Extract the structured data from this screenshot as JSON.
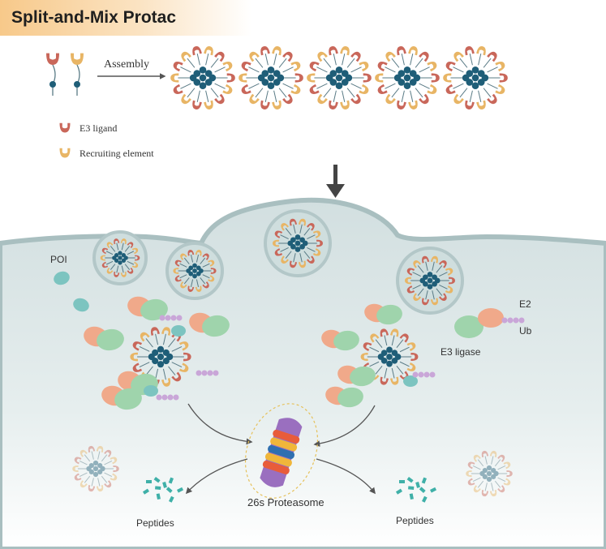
{
  "title": "Split-and-Mix Protac",
  "assembly_label": "Assembly",
  "legend": {
    "e3_ligand": "E3 ligand",
    "recruiting_element": "Recruiting element"
  },
  "labels": {
    "poi": "POI",
    "e2": "E2",
    "ub": "Ub",
    "e3_ligase": "E3 ligase",
    "proteasome": "26s Proteasome",
    "peptides_left": "Peptides",
    "peptides_right": "Peptides"
  },
  "colors": {
    "title_band": "#f7c98a",
    "core": "#1f5e78",
    "e3_ligand": "#c9675a",
    "recruiting": "#e8b565",
    "poi": "#7cc4c0",
    "e3_ligase": "#9fd4ac",
    "e2": "#f0a98a",
    "ub": "#c9a6d8",
    "cell": "#dbe5e5",
    "membrane": "#a9bfc0",
    "arrow": "#3a3a3a"
  },
  "nanoparticle_count_top": 5
}
